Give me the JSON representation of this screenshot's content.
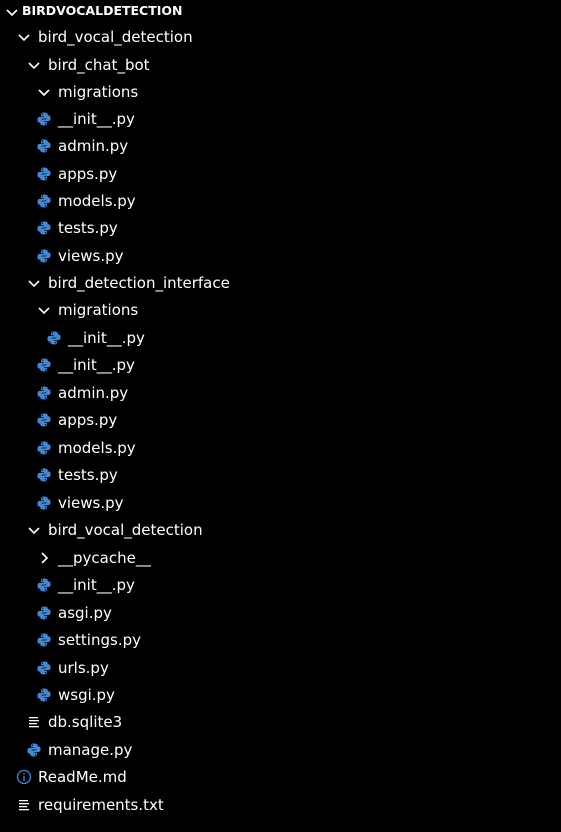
{
  "explorer": {
    "section_title": "BIRDVOCALDETECTION",
    "colors": {
      "background": "#000000",
      "text": "#ffffff",
      "python_icon": "#3f89d6",
      "chevron": "#ffffff"
    },
    "items": [
      {
        "label": "bird_vocal_detection",
        "icon": "chevron-down-icon"
      },
      {
        "label": "bird_chat_bot",
        "icon": "chevron-down-icon"
      },
      {
        "label": "migrations",
        "icon": "chevron-down-icon"
      },
      {
        "label": "__init__.py",
        "icon": "python-file-icon"
      },
      {
        "label": "admin.py",
        "icon": "python-file-icon"
      },
      {
        "label": "apps.py",
        "icon": "python-file-icon"
      },
      {
        "label": "models.py",
        "icon": "python-file-icon"
      },
      {
        "label": "tests.py",
        "icon": "python-file-icon"
      },
      {
        "label": "views.py",
        "icon": "python-file-icon"
      },
      {
        "label": "bird_detection_interface",
        "icon": "chevron-down-icon"
      },
      {
        "label": "migrations",
        "icon": "chevron-down-icon"
      },
      {
        "label": "__init__.py",
        "icon": "python-file-icon"
      },
      {
        "label": "__init__.py",
        "icon": "python-file-icon"
      },
      {
        "label": "admin.py",
        "icon": "python-file-icon"
      },
      {
        "label": "apps.py",
        "icon": "python-file-icon"
      },
      {
        "label": "models.py",
        "icon": "python-file-icon"
      },
      {
        "label": "tests.py",
        "icon": "python-file-icon"
      },
      {
        "label": "views.py",
        "icon": "python-file-icon"
      },
      {
        "label": "bird_vocal_detection",
        "icon": "chevron-down-icon"
      },
      {
        "label": "__pycache__",
        "icon": "chevron-right-icon"
      },
      {
        "label": "__init__.py",
        "icon": "python-file-icon"
      },
      {
        "label": "asgi.py",
        "icon": "python-file-icon"
      },
      {
        "label": "settings.py",
        "icon": "python-file-icon"
      },
      {
        "label": "urls.py",
        "icon": "python-file-icon"
      },
      {
        "label": "wsgi.py",
        "icon": "python-file-icon"
      },
      {
        "label": "db.sqlite3",
        "icon": "lines-file-icon"
      },
      {
        "label": "manage.py",
        "icon": "python-file-icon"
      },
      {
        "label": "ReadMe.md",
        "icon": "info-icon"
      },
      {
        "label": "requirements.txt",
        "icon": "lines-file-icon"
      }
    ]
  }
}
